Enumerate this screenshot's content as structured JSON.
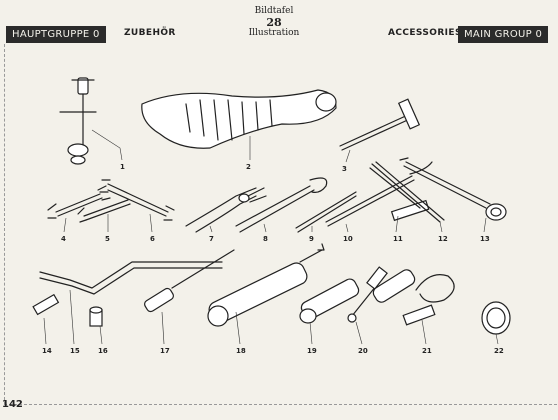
{
  "header": {
    "left_badge": "HAUPTGRUPPE 0",
    "left_text": "ZUBEHÖR",
    "center_line1": "Bildtafel",
    "center_line2": "28",
    "center_line3": "Illustration",
    "right_text": "ACCESSORIES",
    "right_badge": "MAIN GROUP 0"
  },
  "page_number": "142",
  "callouts": [
    "1",
    "2",
    "3",
    "4",
    "5",
    "6",
    "7",
    "8",
    "9",
    "10",
    "11",
    "12",
    "13",
    "14",
    "15",
    "16",
    "17",
    "18",
    "19",
    "20",
    "21",
    "22"
  ]
}
